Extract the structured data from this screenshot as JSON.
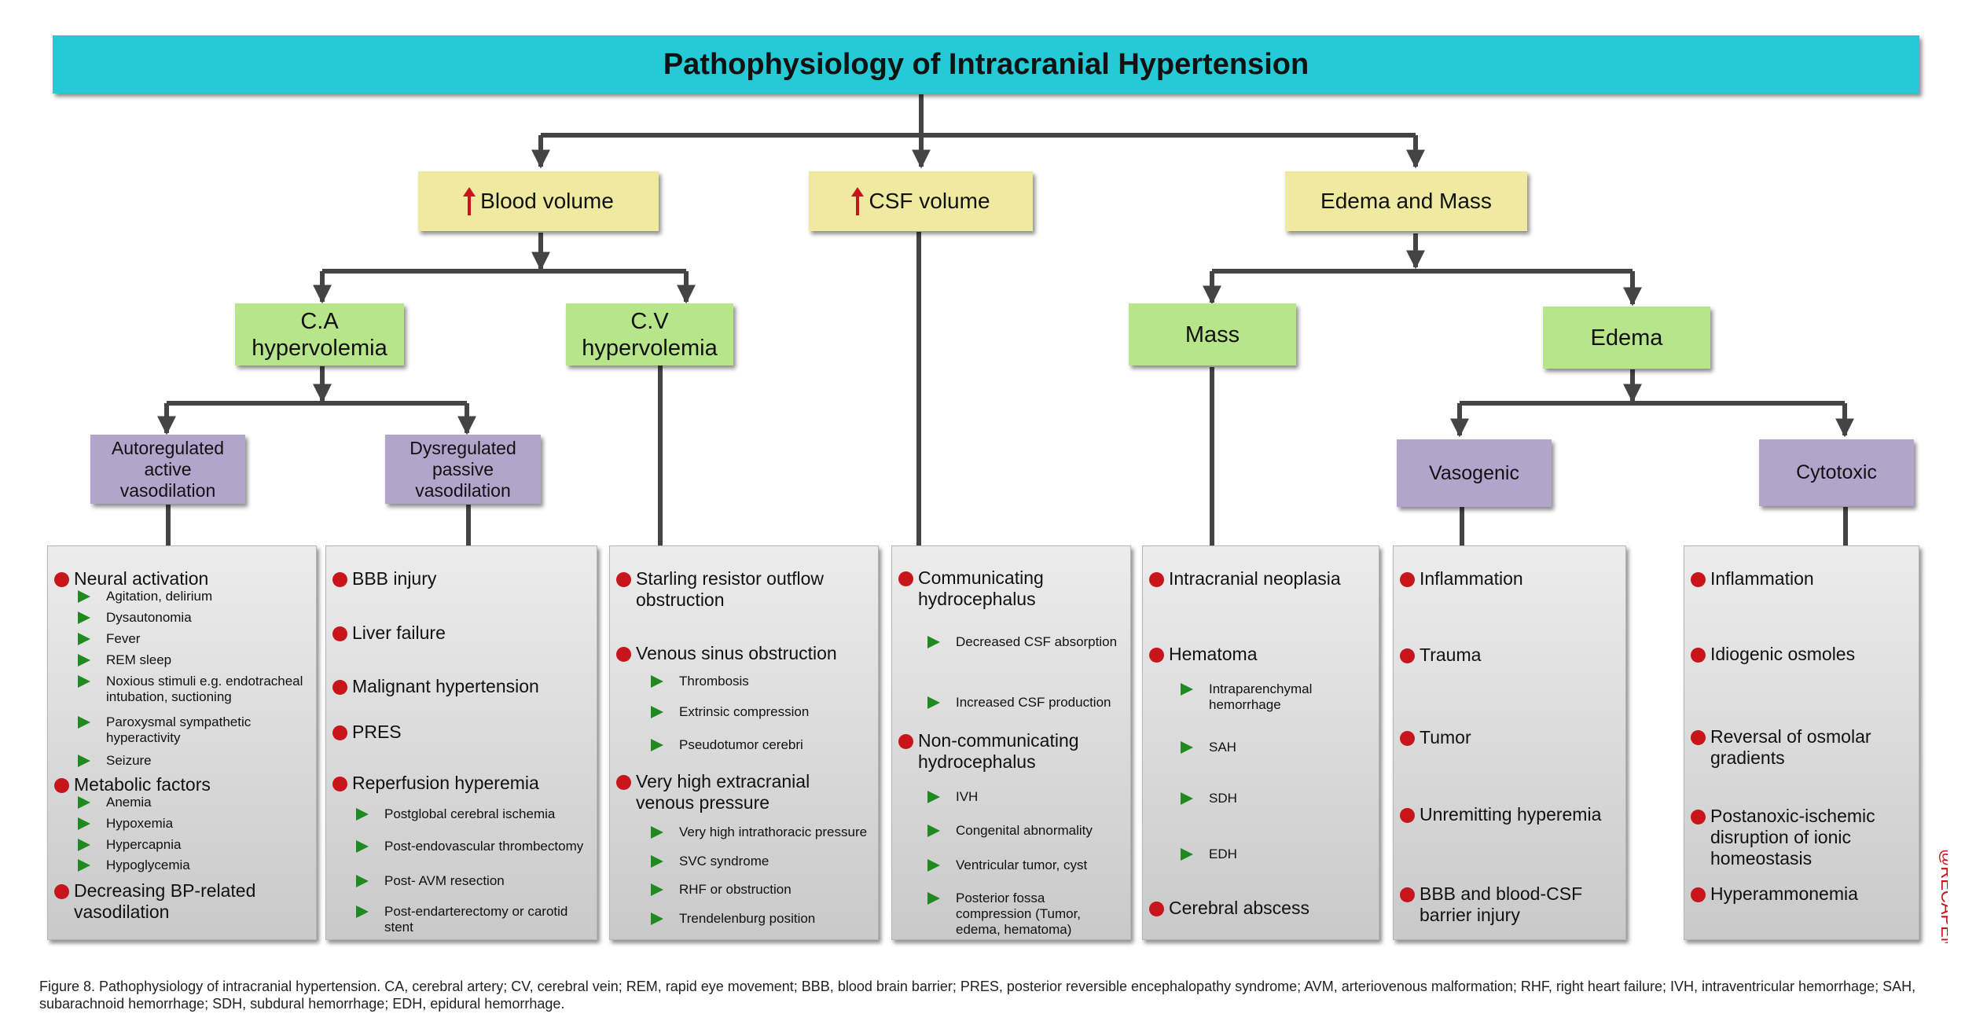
{
  "title": "Pathophysiology of Intracranial Hypertension",
  "level1": {
    "blood": "Blood volume",
    "csf": "CSF volume",
    "edema_mass": "Edema and Mass"
  },
  "level2": {
    "ca": [
      "C.A",
      "hypervolemia"
    ],
    "cv": [
      "C.V",
      "hypervolemia"
    ],
    "mass": "Mass",
    "edema": "Edema"
  },
  "level3": {
    "autoreg": [
      "Autoregulated",
      "active",
      "vasodilation"
    ],
    "dysreg": [
      "Dysregulated",
      "passive",
      "vasodilation"
    ],
    "vasogenic": "Vasogenic",
    "cytotoxic": "Cytotoxic"
  },
  "panels": {
    "autoreg": [
      {
        "kind": "main",
        "lines": [
          "Neural activation"
        ]
      },
      {
        "kind": "sub",
        "lines": [
          "Agitation, delirium"
        ]
      },
      {
        "kind": "sub",
        "lines": [
          "Dysautonomia"
        ]
      },
      {
        "kind": "sub",
        "lines": [
          "Fever"
        ]
      },
      {
        "kind": "sub",
        "lines": [
          "REM sleep"
        ]
      },
      {
        "kind": "sub",
        "lines": [
          "Noxious stimuli e.g. endotracheal",
          "intubation, suctioning"
        ]
      },
      {
        "kind": "sub",
        "lines": [
          "Paroxysmal sympathetic",
          "hyperactivity"
        ]
      },
      {
        "kind": "sub",
        "lines": [
          "Seizure"
        ]
      },
      {
        "kind": "main",
        "lines": [
          "Metabolic factors"
        ]
      },
      {
        "kind": "sub",
        "lines": [
          "Anemia"
        ]
      },
      {
        "kind": "sub",
        "lines": [
          "Hypoxemia"
        ]
      },
      {
        "kind": "sub",
        "lines": [
          "Hypercapnia"
        ]
      },
      {
        "kind": "sub",
        "lines": [
          "Hypoglycemia"
        ]
      },
      {
        "kind": "main",
        "lines": [
          "Decreasing BP-related",
          "vasodilation"
        ]
      }
    ],
    "dysreg": [
      {
        "kind": "main",
        "lines": [
          "BBB injury"
        ]
      },
      {
        "kind": "main",
        "lines": [
          "Liver failure"
        ]
      },
      {
        "kind": "main",
        "lines": [
          "Malignant hypertension"
        ]
      },
      {
        "kind": "main",
        "lines": [
          "PRES"
        ]
      },
      {
        "kind": "main",
        "lines": [
          "Reperfusion hyperemia"
        ]
      },
      {
        "kind": "sub",
        "lines": [
          "Postglobal cerebral ischemia"
        ]
      },
      {
        "kind": "sub",
        "lines": [
          "Post-endovascular thrombectomy"
        ]
      },
      {
        "kind": "sub",
        "lines": [
          "Post- AVM resection"
        ]
      },
      {
        "kind": "sub",
        "lines": [
          "Post-endarterectomy or carotid",
          "stent"
        ]
      }
    ],
    "cv": [
      {
        "kind": "main",
        "lines": [
          "Starling resistor outflow",
          "obstruction"
        ]
      },
      {
        "kind": "main",
        "lines": [
          "Venous sinus obstruction"
        ]
      },
      {
        "kind": "sub",
        "lines": [
          "Thrombosis"
        ]
      },
      {
        "kind": "sub",
        "lines": [
          "Extrinsic compression"
        ]
      },
      {
        "kind": "sub",
        "lines": [
          "Pseudotumor cerebri"
        ]
      },
      {
        "kind": "main",
        "lines": [
          "Very high extracranial",
          "venous pressure"
        ]
      },
      {
        "kind": "sub",
        "lines": [
          "Very high intrathoracic pressure"
        ]
      },
      {
        "kind": "sub",
        "lines": [
          "SVC syndrome"
        ]
      },
      {
        "kind": "sub",
        "lines": [
          "RHF or obstruction"
        ]
      },
      {
        "kind": "sub",
        "lines": [
          "Trendelenburg position"
        ]
      }
    ],
    "csf": [
      {
        "kind": "main",
        "lines": [
          "Communicating",
          "hydrocephalus"
        ]
      },
      {
        "kind": "sub",
        "lines": [
          "Decreased CSF absorption"
        ]
      },
      {
        "kind": "sub",
        "lines": [
          "Increased CSF production"
        ]
      },
      {
        "kind": "main",
        "lines": [
          "Non-communicating",
          "hydrocephalus"
        ]
      },
      {
        "kind": "sub",
        "lines": [
          "IVH"
        ]
      },
      {
        "kind": "sub",
        "lines": [
          "Congenital abnormality"
        ]
      },
      {
        "kind": "sub",
        "lines": [
          "Ventricular tumor, cyst"
        ]
      },
      {
        "kind": "sub",
        "lines": [
          "Posterior fossa",
          "compression (Tumor,",
          "edema, hematoma)"
        ]
      }
    ],
    "mass": [
      {
        "kind": "main",
        "lines": [
          "Intracranial neoplasia"
        ]
      },
      {
        "kind": "main",
        "lines": [
          "Hematoma"
        ]
      },
      {
        "kind": "sub",
        "lines": [
          "Intraparenchymal",
          "hemorrhage"
        ]
      },
      {
        "kind": "sub",
        "lines": [
          "SAH"
        ]
      },
      {
        "kind": "sub",
        "lines": [
          "SDH"
        ]
      },
      {
        "kind": "sub",
        "lines": [
          "EDH"
        ]
      },
      {
        "kind": "main",
        "lines": [
          "Cerebral abscess"
        ]
      }
    ],
    "vasogenic": [
      {
        "kind": "main",
        "lines": [
          "Inflammation"
        ]
      },
      {
        "kind": "main",
        "lines": [
          "Trauma"
        ]
      },
      {
        "kind": "main",
        "lines": [
          "Tumor"
        ]
      },
      {
        "kind": "main",
        "lines": [
          "Unremitting hyperemia"
        ]
      },
      {
        "kind": "main",
        "lines": [
          "BBB and blood-CSF",
          "barrier injury"
        ]
      }
    ],
    "cytotoxic": [
      {
        "kind": "main",
        "lines": [
          "Inflammation"
        ]
      },
      {
        "kind": "main",
        "lines": [
          "Idiogenic osmoles"
        ]
      },
      {
        "kind": "main",
        "lines": [
          "Reversal of osmolar",
          "gradients"
        ]
      },
      {
        "kind": "main",
        "lines": [
          "Postanoxic-ischemic",
          "disruption of ionic",
          "homeostasis"
        ]
      },
      {
        "kind": "main",
        "lines": [
          "Hyperammonemia"
        ]
      }
    ]
  },
  "caption": "Figure 8. Pathophysiology of intracranial hypertension. CA, cerebral artery; CV, cerebral vein; REM, rapid eye movement; BBB, blood brain barrier; PRES, posterior reversible encephalopathy syndrome; AVM, arteriovenous malformation; RHF, right heart failure; IVH, intraventricular hemorrhage;  SAH, subarachnoid hemorrhage; SDH, subdural hemorrhage; EDH, epidural hemorrhage.",
  "watermark": "@RECAPEM",
  "colors": {
    "title_bg": "#26cad6",
    "level1_bg": "#f0eaa0",
    "level2_bg": "#b7e58a",
    "level3_bg": "#b3a4cc",
    "bullet": "#c8151b",
    "sub_arrow": "#1f8a1f",
    "connector": "#444444"
  }
}
